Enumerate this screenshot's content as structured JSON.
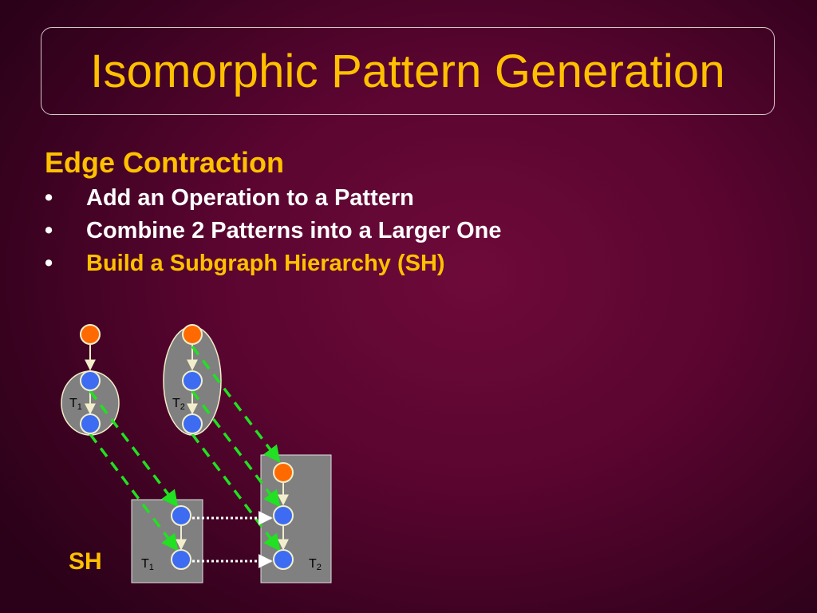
{
  "slide": {
    "title": "Isomorphic Pattern Generation",
    "heading": "Edge Contraction",
    "bullet_glyph": "•",
    "bullets": [
      {
        "text": "Add an Operation to a Pattern",
        "color": "#ffffff"
      },
      {
        "text": "Combine 2 Patterns into a Larger One",
        "color": "#ffffff"
      },
      {
        "text": "Build a Subgraph Hierarchy (SH)",
        "color": "#ffc000"
      }
    ]
  },
  "diagram": {
    "sh_label": "SH",
    "labels": {
      "t1_top": {
        "base": "T",
        "sub": "1"
      },
      "t2_top": {
        "base": "T",
        "sub": "2"
      },
      "t1_bottom": {
        "base": "T",
        "sub": "1"
      },
      "t2_bottom": {
        "base": "T",
        "sub": "2"
      }
    },
    "colors": {
      "orange_node": "#ff6a00",
      "blue_node": "#3d6cf2",
      "node_outline": "#f2eecc",
      "group_fill": "#808080",
      "dashed_mapping": "#22e022",
      "dotted_link": "#ffffff",
      "title_gold": "#ffc000"
    }
  }
}
